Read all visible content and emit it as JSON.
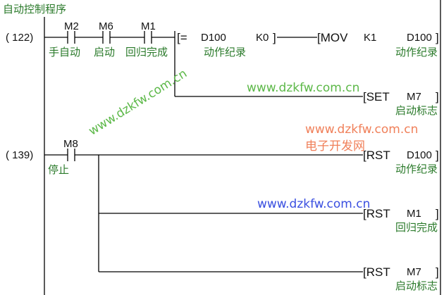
{
  "title": "自动控制程序",
  "rungs": [
    {
      "step": "(   122)",
      "contacts": [
        {
          "device": "M2",
          "comment": "手自动"
        },
        {
          "device": "M6",
          "comment": "启动"
        },
        {
          "device": "M1",
          "comment": "回归完成"
        }
      ],
      "compare": {
        "op": "[=",
        "a": "D100",
        "a_comment": "动作纪录",
        "b": "K0",
        "close": "]"
      },
      "mov": {
        "op": "[MOV",
        "src": "K1",
        "dst": "D100",
        "dst_comment": "动作纪录",
        "close": "]"
      },
      "set": {
        "op": "[SET",
        "dst": "M7",
        "dst_comment": "启动标志",
        "close": "]"
      }
    },
    {
      "step": "(   139)",
      "contacts": [
        {
          "device": "M8",
          "comment": "停止"
        }
      ],
      "outputs": [
        {
          "op": "[RST",
          "dst": "D100",
          "dst_comment": "动作纪录",
          "close": "]"
        },
        {
          "op": "[RST",
          "dst": "M1",
          "dst_comment": "回归完成",
          "close": "]"
        },
        {
          "op": "[RST",
          "dst": "M7",
          "dst_comment": "启动标志",
          "close": "]"
        }
      ]
    }
  ],
  "watermarks": {
    "green": "www.dzkfw.com.cn",
    "green_rotated": "www.dzkfw.com.cn",
    "orange": "www.dzkfw.com.cn",
    "orange_cn": "电子开发网",
    "blue": "www.dzkfw.com.cn"
  },
  "colors": {
    "comment": "#2a7a2a",
    "wm_green": "#5cb848",
    "wm_orange": "#f0805a",
    "wm_blue": "#3a4fe0"
  }
}
